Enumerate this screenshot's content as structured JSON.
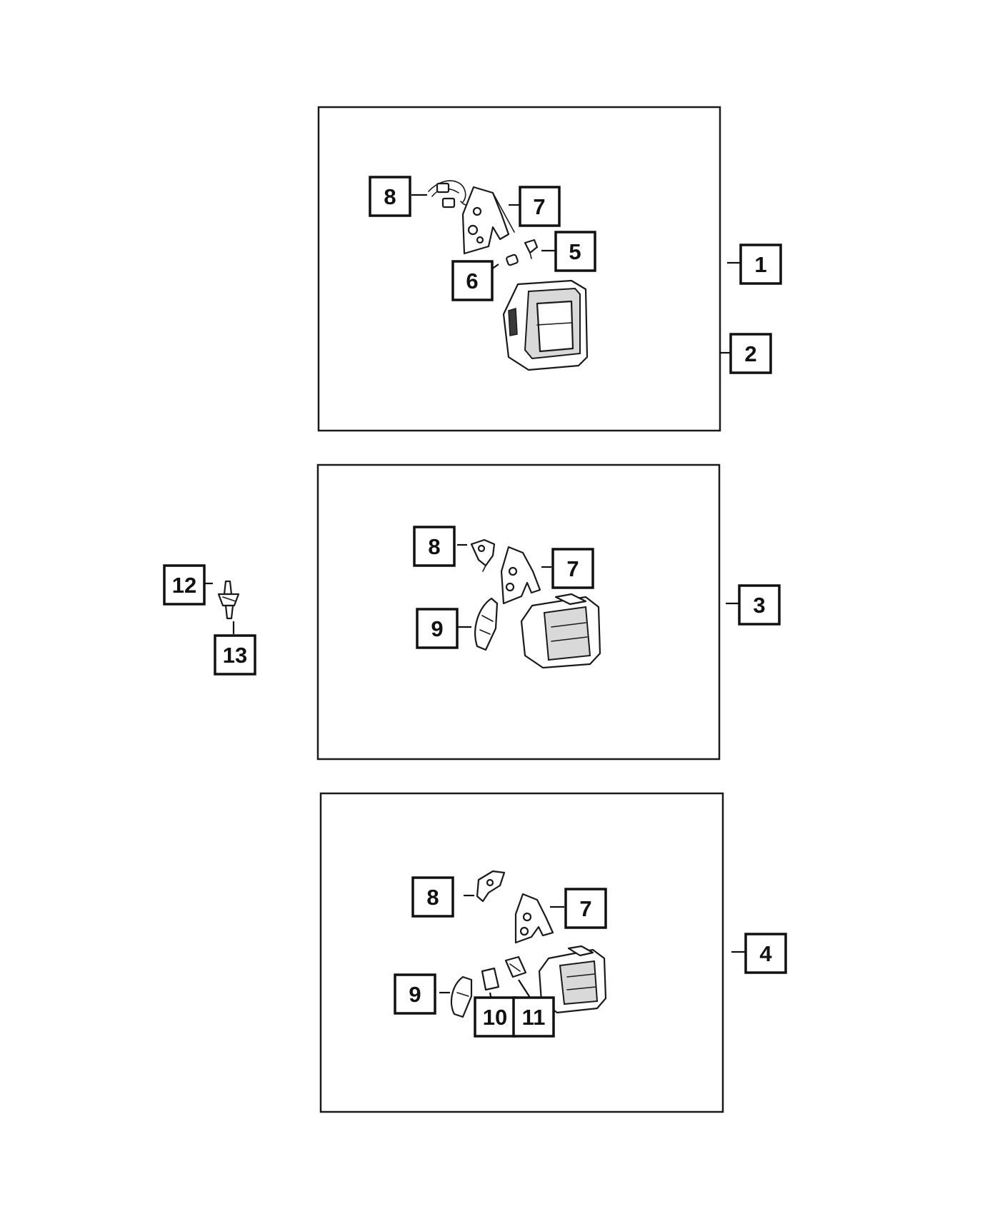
{
  "callouts": {
    "c1": "1",
    "c2": "2",
    "c3": "3",
    "c4": "4",
    "c5": "5",
    "c6": "6",
    "c7a": "7",
    "c8a": "8",
    "c7b": "7",
    "c8b": "8",
    "c9b": "9",
    "c7c": "7",
    "c8c": "8",
    "c9c": "9",
    "c10": "10",
    "c11": "11",
    "c12": "12",
    "c13": "13"
  }
}
